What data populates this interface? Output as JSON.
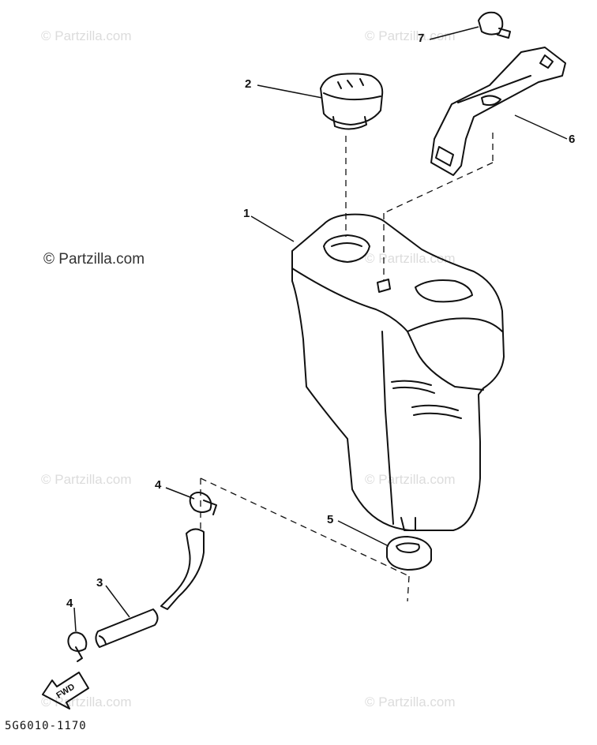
{
  "watermark": "© Partzilla.com",
  "callouts": {
    "c1": "1",
    "c2": "2",
    "c3": "3",
    "c4a": "4",
    "c4b": "4",
    "c5": "5",
    "c6": "6",
    "c7": "7"
  },
  "fwd_label": "FWD",
  "diagram_code": "5G6010-1170"
}
